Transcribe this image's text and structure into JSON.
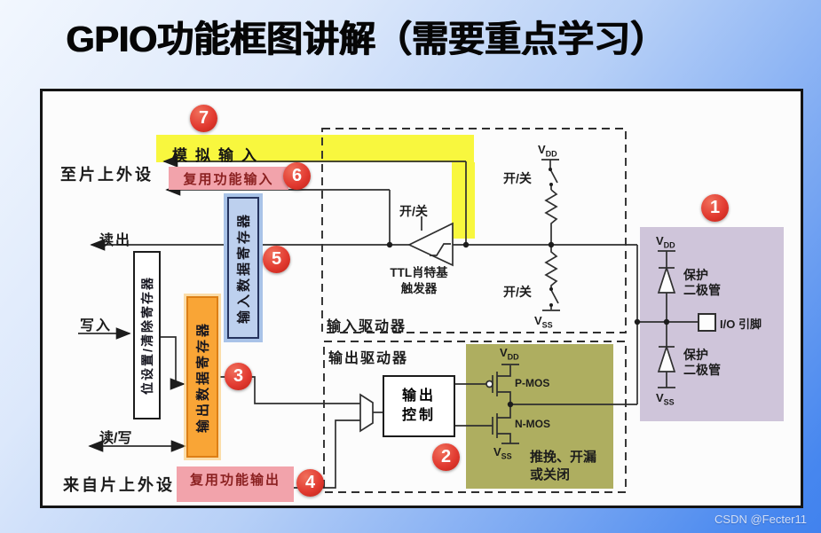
{
  "page": {
    "title": "GPIO功能框图讲解（需要重点学习）",
    "watermark": "CSDN @Fecter11"
  },
  "colors": {
    "yellow": "#f8f73e",
    "pink": "#f2a3ab",
    "maroon": "#8b2121",
    "blue_glow": "#a9c3e8",
    "blue_fill": "#bdd0ee",
    "orange_fill": "#f9a536",
    "orange_border": "#dd7f15",
    "green": "#aeae60",
    "purple": "#cfc5da",
    "badge": "#e23b31"
  },
  "labels": {
    "to_peripheral": "至片上外设",
    "from_peripheral": "来自片上外设",
    "read_out": "读出",
    "write_in": "写入",
    "read_write": "读/写",
    "analog_input": "模拟输入",
    "af_input": "复用功能输入",
    "af_output": "复用功能输出",
    "input_data_reg": "输入数据寄存器",
    "bit_set_clear_reg": "位设置/清除寄存器",
    "output_data_reg": "输出数据寄存器",
    "input_driver": "输入驱动器",
    "output_driver": "输出驱动器",
    "schmitt_1": "TTL肖特基",
    "schmitt_2": "触发器",
    "on_off": "开/关",
    "output_control_1": "输出",
    "output_control_2": "控制",
    "pmos": "P-MOS",
    "nmos": "N-MOS",
    "mode_1": "推挽、开漏",
    "mode_2": "或关闭",
    "protect_1": "保护",
    "protect_2": "二极管",
    "io_pin": "I/O 引脚"
  },
  "power": {
    "v": "V",
    "dd": "DD",
    "ss": "SS"
  },
  "badges": [
    "1",
    "2",
    "3",
    "4",
    "5",
    "6",
    "7"
  ]
}
